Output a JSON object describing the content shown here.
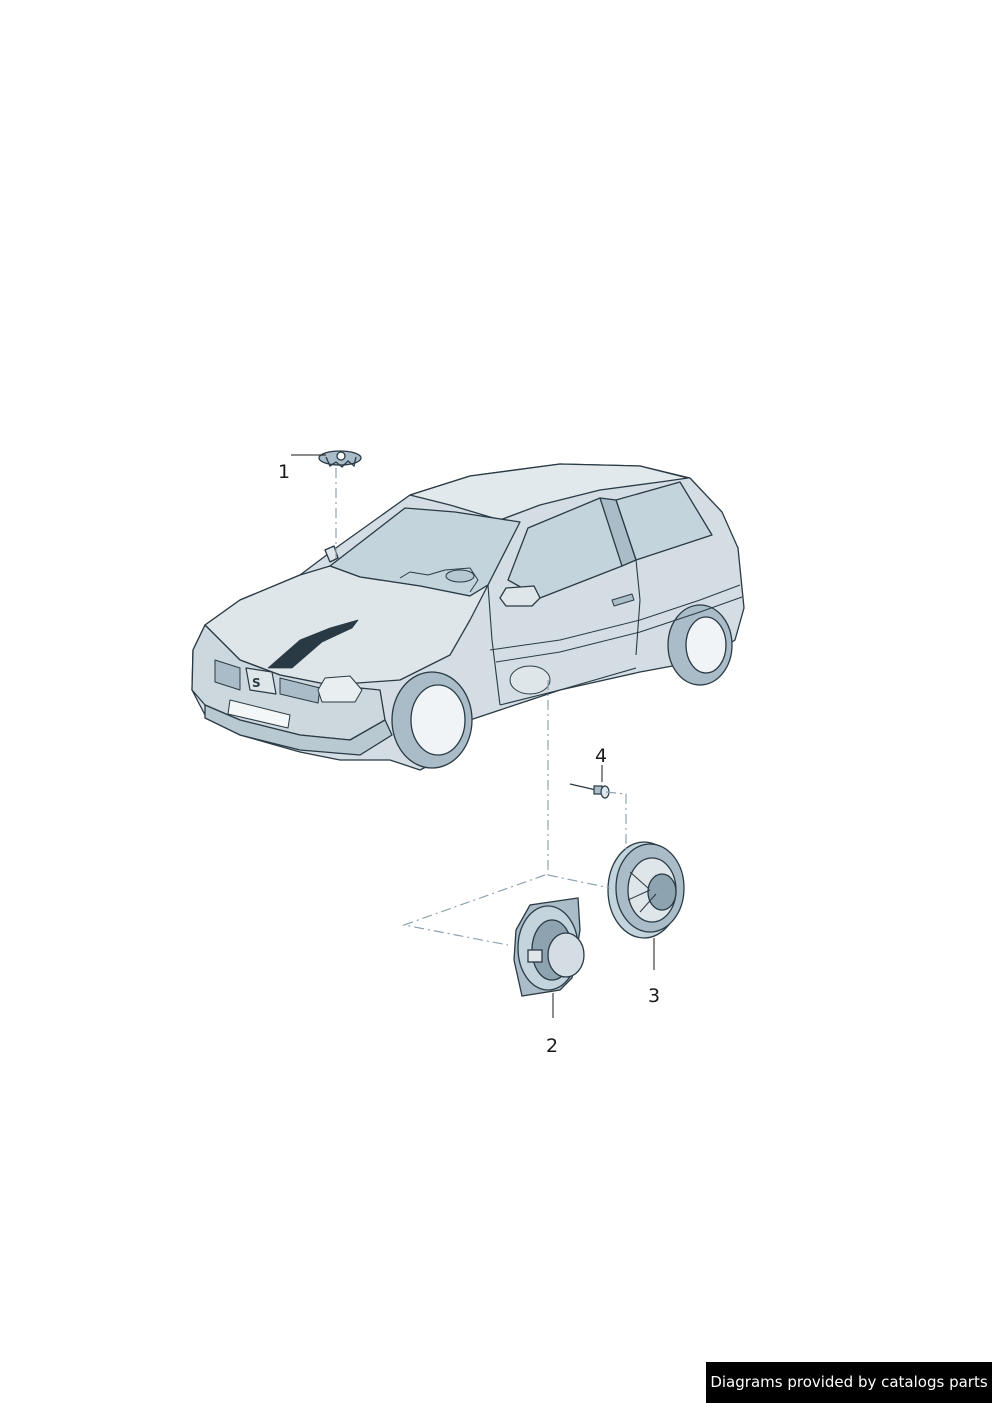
{
  "diagram": {
    "title": "",
    "colors": {
      "body": "#d3dde3",
      "shade": "#a9bcc7",
      "glass": "#c3d4dd",
      "outline": "#2a3a44",
      "leader": "#8ea3b0"
    },
    "callouts": [
      {
        "id": "1",
        "label": "1",
        "part": "roof-antenna-base"
      },
      {
        "id": "2",
        "label": "2",
        "part": "door-speaker-large"
      },
      {
        "id": "3",
        "label": "3",
        "part": "door-speaker-small"
      },
      {
        "id": "4",
        "label": "4",
        "part": "rivet"
      }
    ]
  },
  "footer": {
    "text": "Diagrams provided by catalogs parts"
  }
}
